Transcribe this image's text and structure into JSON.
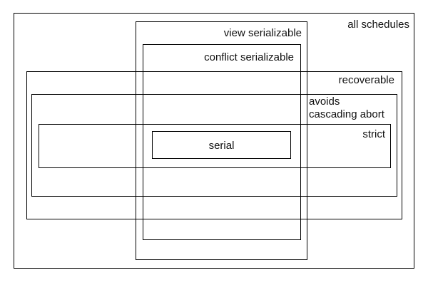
{
  "diagram": {
    "kind": "nested-sets",
    "style": {
      "line_color": "#000000",
      "text_color": "#111111",
      "background": "#ffffff"
    },
    "sets": [
      {
        "name": "all schedules"
      },
      {
        "name": "view serializable"
      },
      {
        "name": "conflict serializable"
      },
      {
        "name": "recoverable"
      },
      {
        "name": "avoids cascading abort",
        "lines": [
          "avoids",
          "cascading abort"
        ]
      },
      {
        "name": "strict"
      },
      {
        "name": "serial"
      }
    ]
  }
}
